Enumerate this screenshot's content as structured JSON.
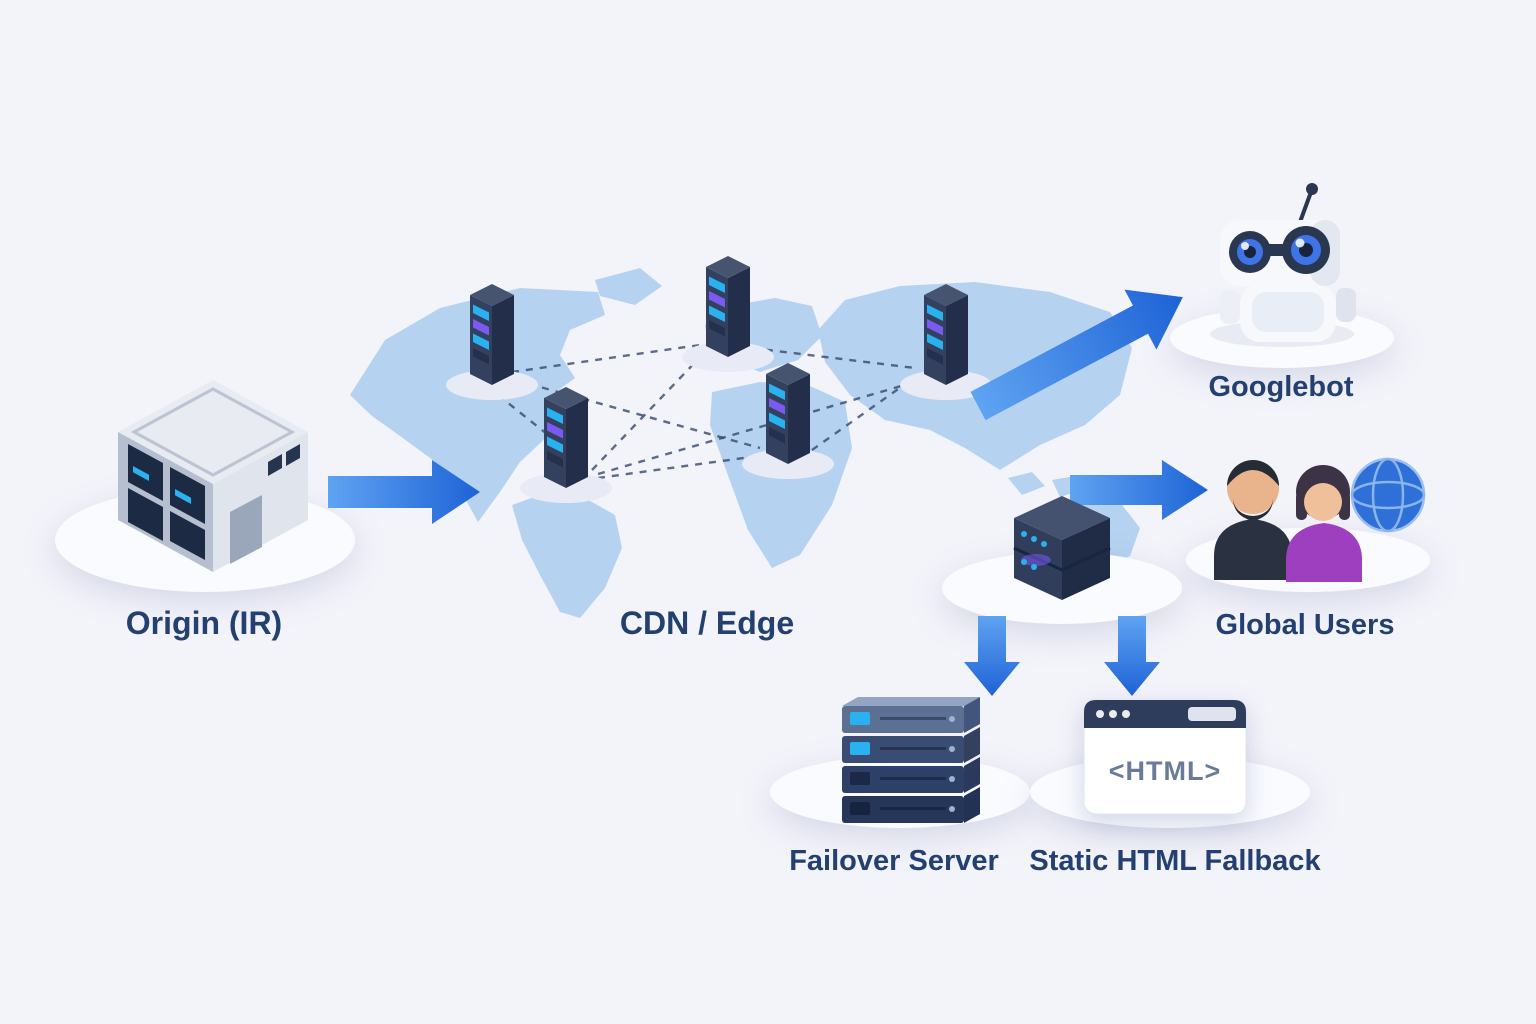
{
  "labels": {
    "origin": "Origin (IR)",
    "cdn": "CDN / Edge",
    "googlebot": "Googlebot",
    "global_users": "Global Users",
    "failover": "Failover Server",
    "static_html": "Static HTML Fallback"
  },
  "browser": {
    "content": "<HTML>"
  },
  "flows": [
    {
      "from": "origin",
      "to": "cdn"
    },
    {
      "from": "cdn",
      "to": "googlebot"
    },
    {
      "from": "cdn",
      "to": "global_users"
    },
    {
      "from": "cdn",
      "to": "failover"
    },
    {
      "from": "cdn",
      "to": "static_html"
    }
  ],
  "colors": {
    "background": "#f3f3fa",
    "map": "#b5d3f0",
    "label": "#23406f",
    "arrow_start": "#5fa3f2",
    "arrow_end": "#1e63d6",
    "server_face": "#33415f",
    "server_side": "#232f4a",
    "server_top": "#46546f",
    "accent_cyan": "#29b2ef",
    "accent_purple": "#7a5af0",
    "dashed_line": "#36486b",
    "platform": "#fafbff"
  }
}
